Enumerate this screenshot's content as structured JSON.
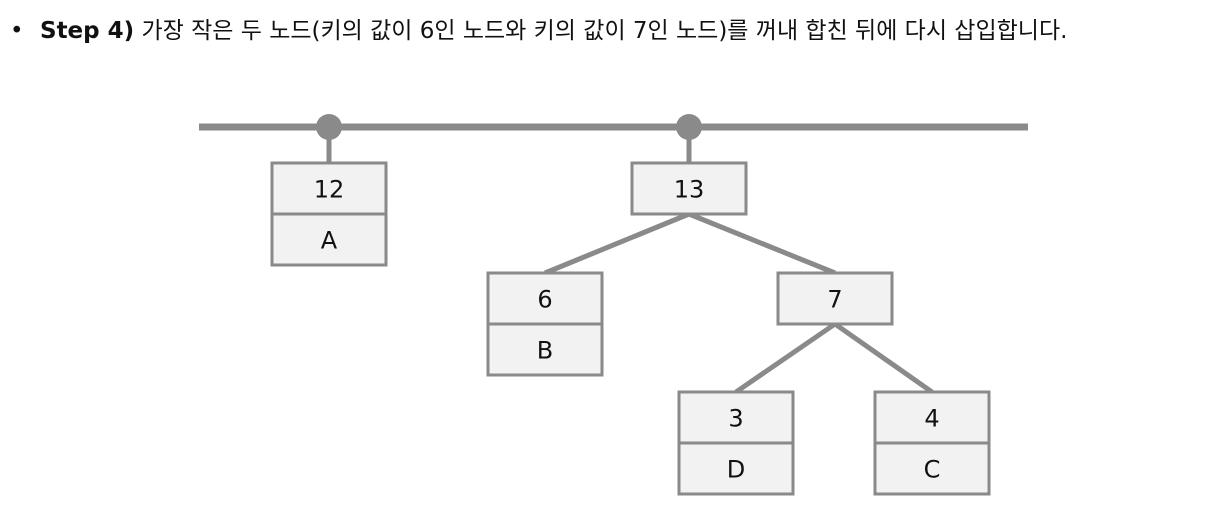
{
  "heading": {
    "bullet": "•",
    "step_label": "Step 4)",
    "description": " 가장 작은 두 노드(키의 값이 6인 노드와 키의 값이 7인 노드)를 꺼내 합친 뒤에 다시 삽입합니다."
  },
  "colors": {
    "line": "#8a8a8a",
    "node_border": "#8a8a8a",
    "node_fill": "#f2f2f2"
  },
  "tree": {
    "nodes": [
      {
        "id": "n12",
        "key": "12",
        "symbol": "A"
      },
      {
        "id": "n13",
        "key": "13"
      },
      {
        "id": "n6",
        "key": "6",
        "symbol": "B"
      },
      {
        "id": "n7",
        "key": "7"
      },
      {
        "id": "n3",
        "key": "3",
        "symbol": "D"
      },
      {
        "id": "n4",
        "key": "4",
        "symbol": "C"
      }
    ],
    "edges": [
      {
        "from": "n13",
        "to": "n6"
      },
      {
        "from": "n13",
        "to": "n7"
      },
      {
        "from": "n7",
        "to": "n3"
      },
      {
        "from": "n7",
        "to": "n4"
      }
    ],
    "queue_members": [
      "n12",
      "n13"
    ]
  }
}
